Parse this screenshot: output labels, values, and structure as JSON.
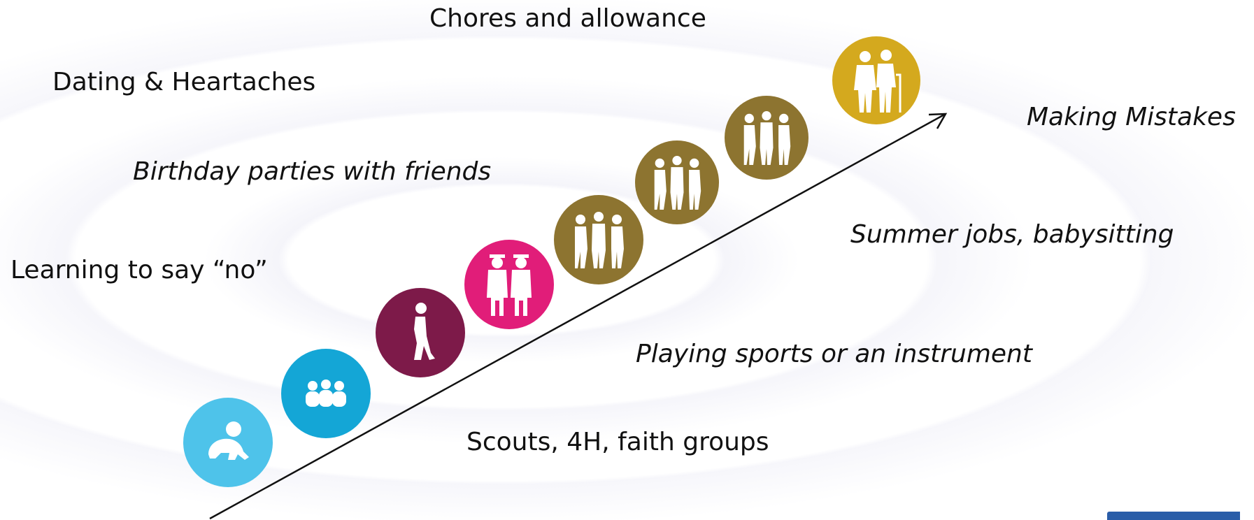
{
  "labels": {
    "chores": "Chores and allowance",
    "dating": "Dating & Heartaches",
    "mistakes": "Making Mistakes",
    "birthday": "Birthday parties with friends",
    "summer": "Summer jobs, babysitting",
    "learning_no": "Learning to say “no”",
    "sports": "Playing sports or an instrument",
    "scouts": "Scouts, 4H, faith groups"
  },
  "stages": [
    {
      "icon": "crawling-baby-icon",
      "color": "#4ec3ea"
    },
    {
      "icon": "toddlers-group-icon",
      "color": "#14a6d6"
    },
    {
      "icon": "walking-child-icon",
      "color": "#7d1a49"
    },
    {
      "icon": "graduates-icon",
      "color": "#e11d79"
    },
    {
      "icon": "adults-group-icon",
      "color": "#8d7430"
    },
    {
      "icon": "adults-group-icon",
      "color": "#8d7430"
    },
    {
      "icon": "adults-group-icon",
      "color": "#8d7430"
    },
    {
      "icon": "elderly-couple-icon",
      "color": "#d4a91e"
    }
  ],
  "colors": {
    "arrow": "#111111",
    "text": "#111111"
  }
}
